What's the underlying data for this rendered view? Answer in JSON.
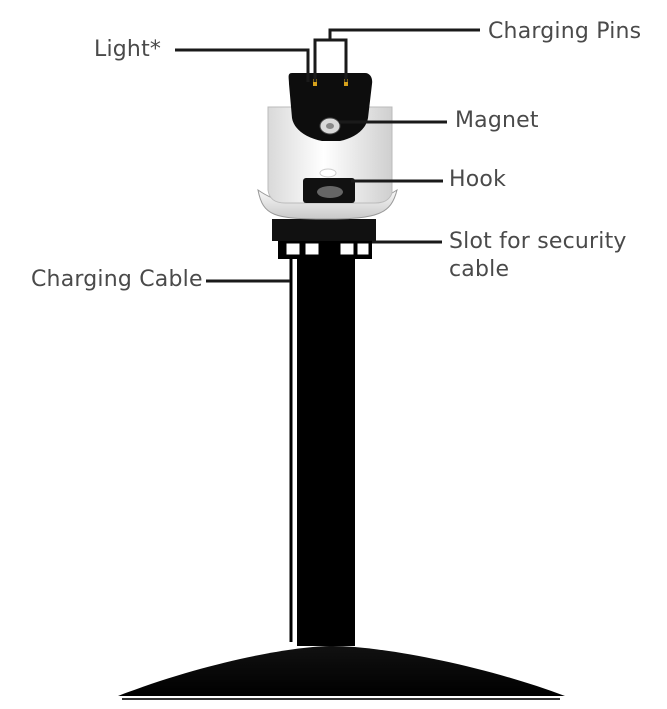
{
  "labels": {
    "light": "Light*",
    "charging_pins": "Charging Pins",
    "magnet": "Magnet",
    "hook": "Hook",
    "slot_line1": "Slot for security",
    "slot_line2": "cable",
    "charging_cable": "Charging Cable"
  },
  "colors": {
    "label_text": "#4a4a4a",
    "leader_line": "#1a1a1a",
    "stand": "#000000",
    "cradle_white": "#f2f2f2",
    "pin_gold": "#d6a11b"
  }
}
